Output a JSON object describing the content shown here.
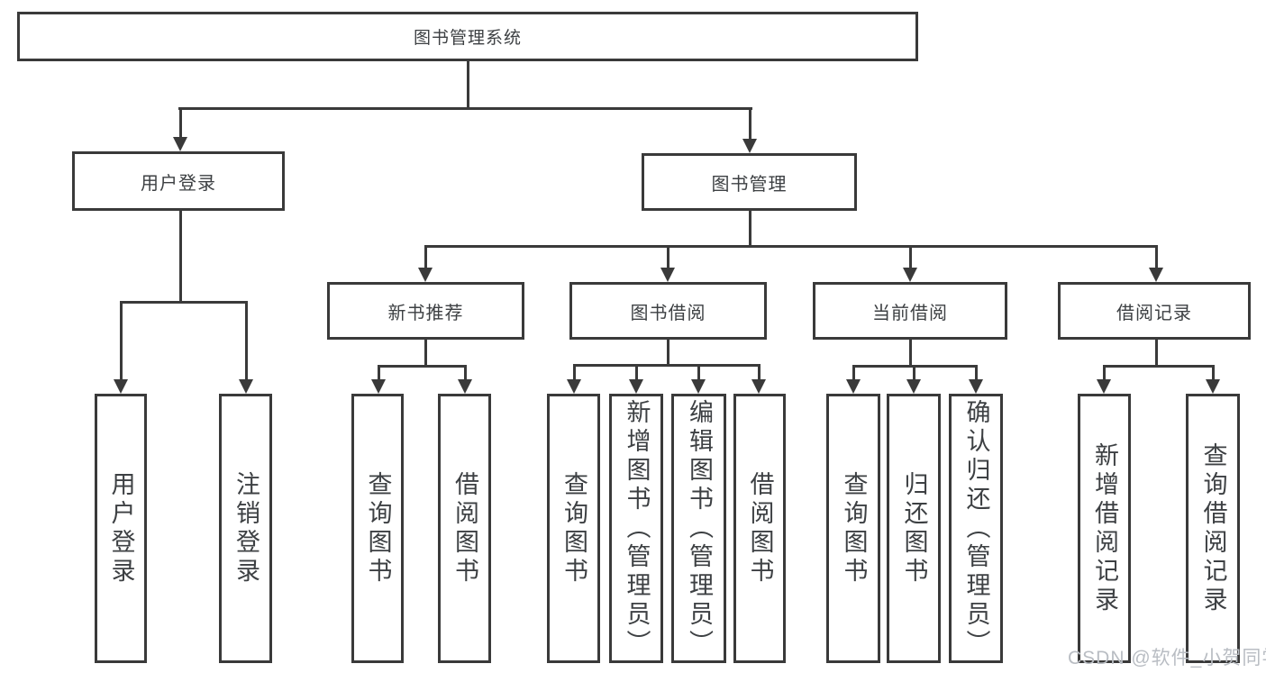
{
  "tree": {
    "label": "图书管理系统",
    "children": [
      {
        "label": "用户登录",
        "children": [
          {
            "label": "用户登录"
          },
          {
            "label": "注销登录"
          }
        ]
      },
      {
        "label": "图书管理",
        "children": [
          {
            "label": "新书推荐",
            "children": [
              {
                "label": "查询图书"
              },
              {
                "label": "借阅图书"
              }
            ]
          },
          {
            "label": "图书借阅",
            "children": [
              {
                "label": "查询图书"
              },
              {
                "label": "新增图书（管理员）"
              },
              {
                "label": "编辑图书（管理员）"
              },
              {
                "label": "借阅图书"
              }
            ]
          },
          {
            "label": "当前借阅",
            "children": [
              {
                "label": "查询图书"
              },
              {
                "label": "归还图书"
              },
              {
                "label": "确认归还（管理员）"
              }
            ]
          },
          {
            "label": "借阅记录",
            "children": [
              {
                "label": "新增借阅记录"
              },
              {
                "label": "查询借阅记录"
              }
            ]
          }
        ]
      }
    ]
  },
  "watermark": {
    "text": "CSDN @软件_小贺同学"
  },
  "colors": {
    "line": "#3a3a3a",
    "text": "#3d4043",
    "background": "#ffffff",
    "watermark": "#b9bdc3"
  }
}
